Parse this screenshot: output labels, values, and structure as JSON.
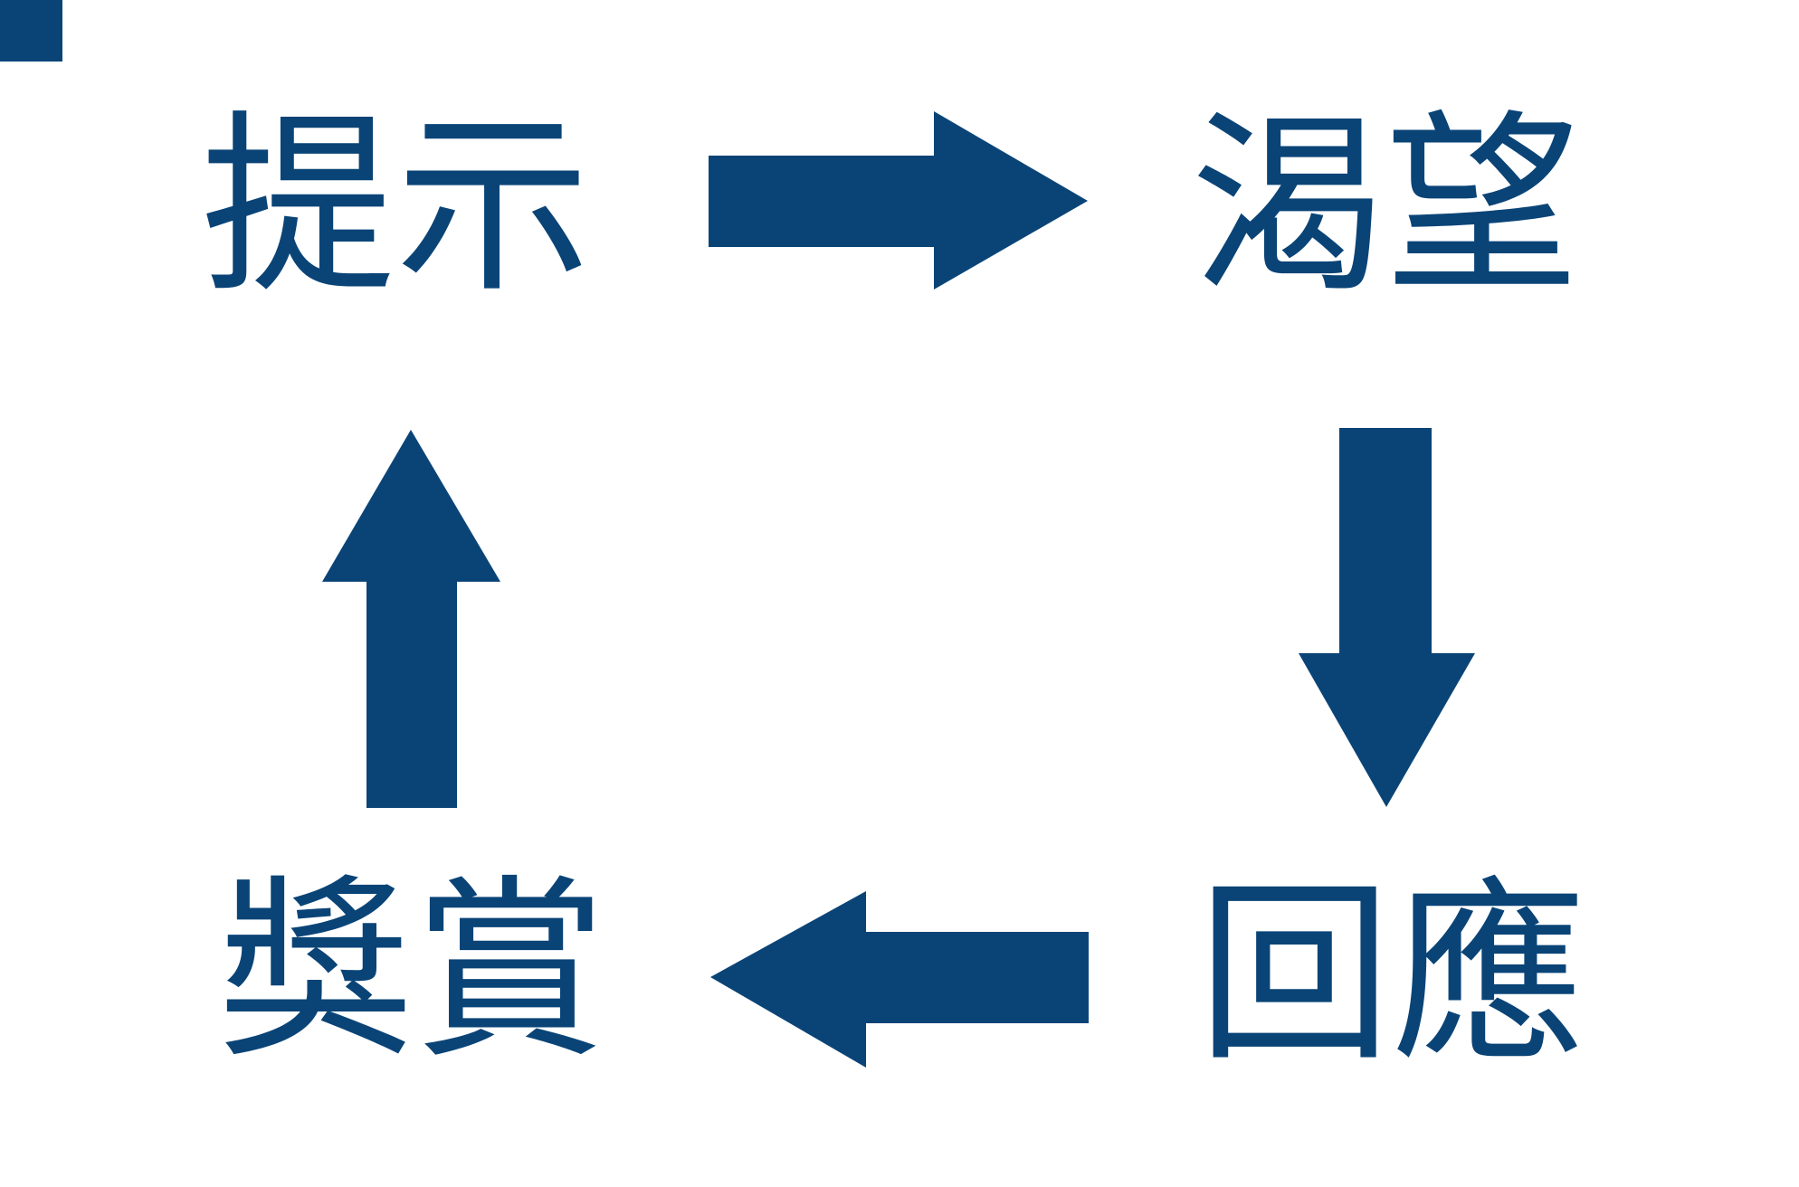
{
  "diagram": {
    "name": "habit-loop-cycle",
    "nodes": [
      {
        "id": "cue",
        "label": "提示",
        "position": "top-left"
      },
      {
        "id": "craving",
        "label": "渴望",
        "position": "top-right"
      },
      {
        "id": "response",
        "label": "回應",
        "position": "bottom-right"
      },
      {
        "id": "reward",
        "label": "獎賞",
        "position": "bottom-left"
      }
    ],
    "arrows": [
      {
        "from": "cue",
        "to": "craving",
        "direction": "right"
      },
      {
        "from": "craving",
        "to": "response",
        "direction": "down"
      },
      {
        "from": "response",
        "to": "reward",
        "direction": "left"
      },
      {
        "from": "reward",
        "to": "cue",
        "direction": "up"
      }
    ]
  },
  "theme": {
    "accent": "#0a4477",
    "background": "#ffffff"
  }
}
